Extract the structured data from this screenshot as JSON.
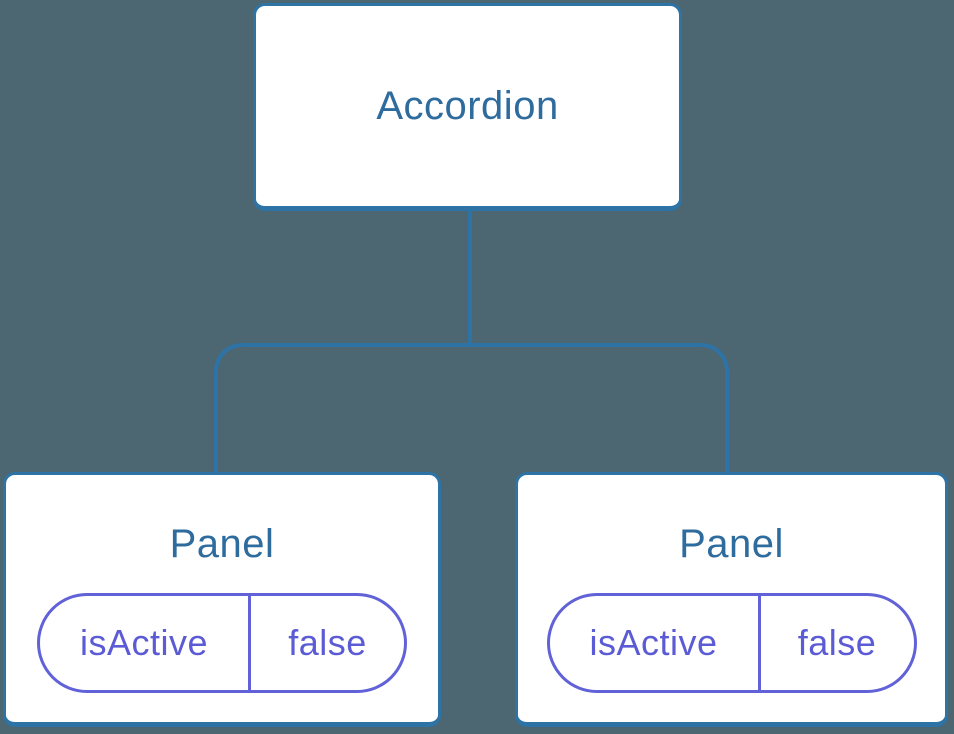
{
  "colors": {
    "background": "#4C6672",
    "connector_blue": "#2D73A6",
    "node_fill": "#FFFFFF",
    "node_title_blue": "#2F6C9E",
    "state_pill_purple_border": "#6161D8",
    "state_pill_purple_text": "#5B5BD6"
  },
  "diagram": {
    "root": {
      "label": "Accordion"
    },
    "children": [
      {
        "label": "Panel",
        "state": {
          "name": "isActive",
          "value": "false"
        }
      },
      {
        "label": "Panel",
        "state": {
          "name": "isActive",
          "value": "false"
        }
      }
    ]
  }
}
